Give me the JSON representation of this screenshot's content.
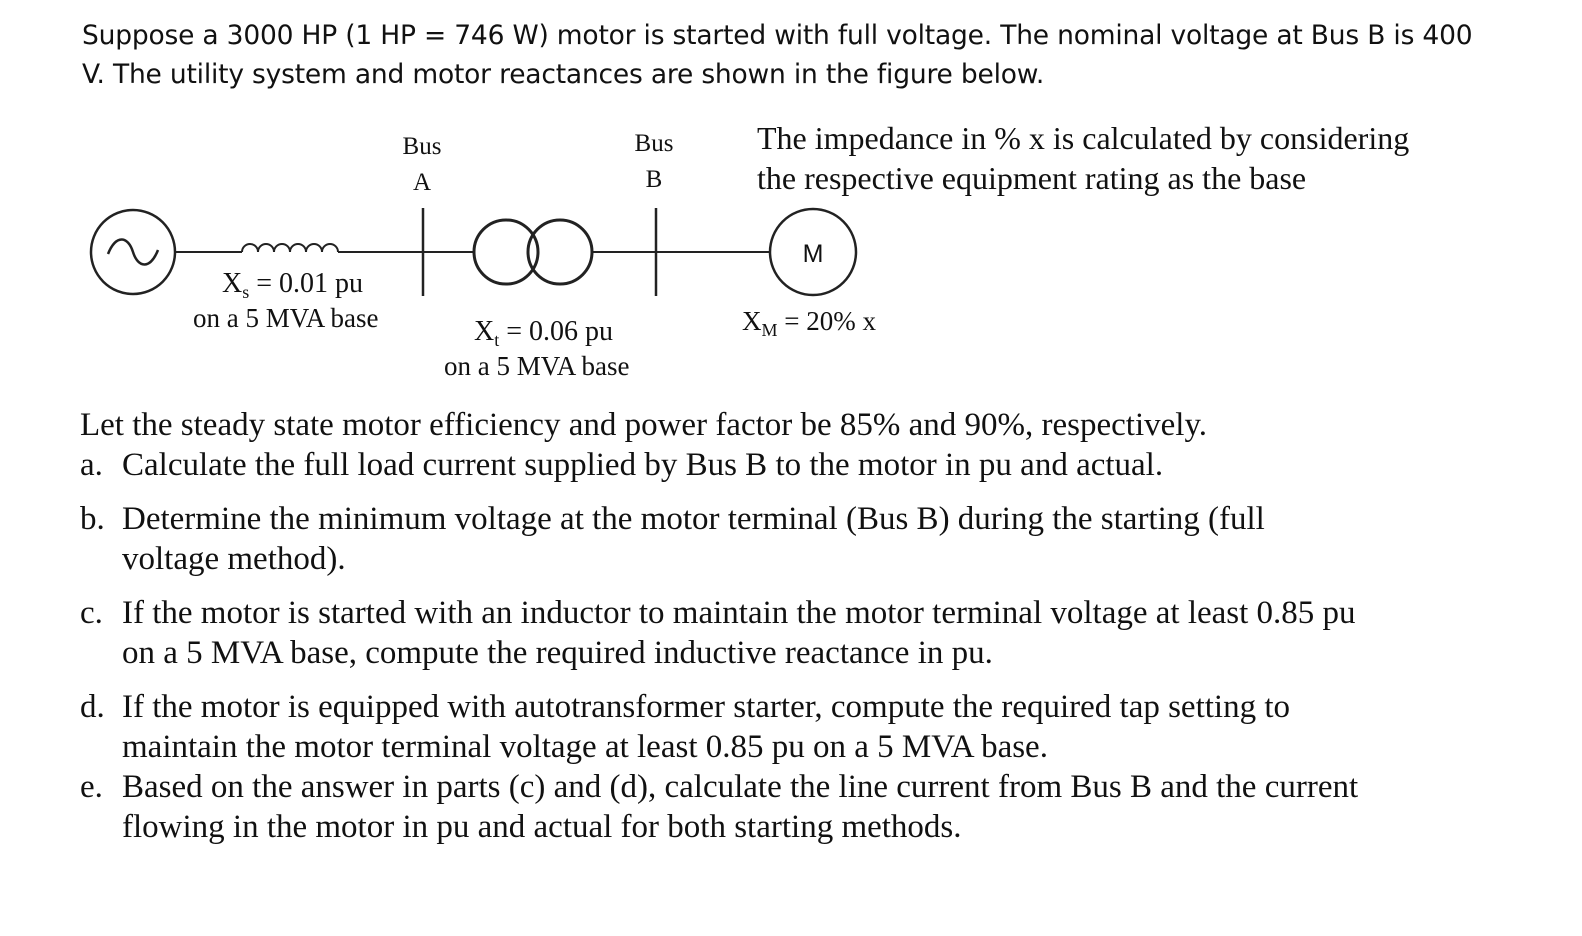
{
  "intro": {
    "line1": "Suppose a 3000 HP (1 HP = 746 W) motor is started with full voltage. The nominal voltage at Bus B is 400",
    "line2": "V. The utility system and motor reactances are shown in the figure below."
  },
  "note": {
    "line1": "The impedance in % x is calculated by considering",
    "line2": "the respective equipment rating as the base"
  },
  "diagram": {
    "bus_a_word": "Bus",
    "bus_a_letter": "A",
    "bus_b_word": "Bus",
    "bus_b_letter": "B",
    "motor_symbol": "M",
    "xs_label": "X",
    "xs_sub": "s",
    "xs_value": " = 0.01 pu",
    "xs_base": "on a 5 MVA base",
    "xt_label": "X",
    "xt_sub": "t",
    "xt_value": " = 0.06 pu",
    "xt_base": "on a 5 MVA base",
    "xm_label": "X",
    "xm_sub": "M",
    "xm_value": " = 20% x"
  },
  "questions": {
    "lead": "Let the steady state motor efficiency and power factor be 85% and 90%, respectively.",
    "a": {
      "marker": "a.",
      "line1": "Calculate the full load current supplied by Bus B to the motor in pu and actual."
    },
    "b": {
      "marker": "b.",
      "line1": "Determine the minimum voltage at the motor terminal (Bus B) during the starting (full",
      "line2": "voltage method)."
    },
    "c": {
      "marker": "c.",
      "line1": "If the motor is started with an inductor to maintain the motor terminal voltage at least 0.85 pu",
      "line2": "on a 5 MVA base, compute the required inductive reactance in pu."
    },
    "d": {
      "marker": "d.",
      "line1": "If the motor is equipped with autotransformer starter, compute the required tap setting to",
      "line2": "maintain the motor terminal voltage at least 0.85 pu on a 5 MVA base."
    },
    "e": {
      "marker": "e.",
      "line1": "Based on the answer in parts (c) and (d), calculate the line current from Bus B and the current",
      "line2": "flowing in the motor in pu and actual for both starting methods."
    }
  }
}
